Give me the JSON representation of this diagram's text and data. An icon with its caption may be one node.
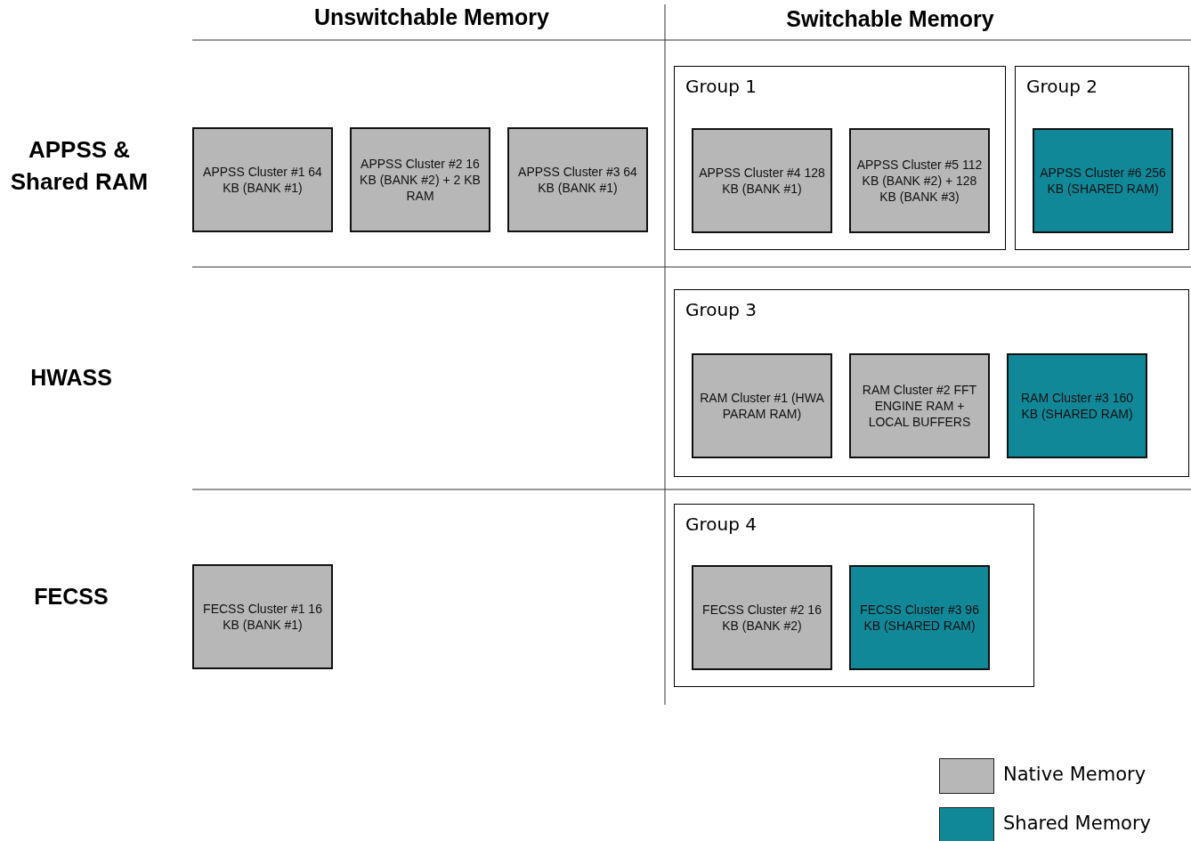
{
  "diagram": {
    "nodes": [
      {
        "text": [
          "APPSS Cluster #1 64 KB (BANK #1)"
        ]
      },
      {
        "text": [
          "APPSS Cluster #2 16 KB (BANK #2) + 2 KB RAM"
        ]
      },
      {
        "text": [
          "APPSS Cluster #3 64 KB (BANK #1)"
        ]
      },
      {
        "text": [
          "Group 1"
        ]
      },
      {
        "text": [
          "APPSS Cluster #4 128 KB (BANK #1)"
        ],
        "in": 3
      },
      {
        "text": [
          "APPSS Cluster #5 112 KB (BANK #2) + 128 KB (BANK #3)"
        ],
        "in": 3
      },
      {
        "text": [
          "Group 2"
        ]
      },
      {
        "text": [
          "APPSS Cluster #6 256 KB (SHARED RAM)"
        ],
        "in": 6
      },
      {
        "text": [
          "Group 3"
        ]
      },
      {
        "text": [
          "RAM Cluster #1 (HWA PARAM RAM)"
        ],
        "in": 8
      },
      {
        "text": [
          "RAM Cluster #2 FFT ENGINE RAM + LOCAL BUFFERS"
        ],
        "in": 8
      },
      {
        "text": [
          "RAM Cluster #3 160 KB (SHARED RAM)"
        ],
        "in": 8
      },
      {
        "text": [
          "FECSS Cluster #1 16 KB (BANK #1)"
        ]
      },
      {
        "text": [
          "Group 4"
        ]
      },
      {
        "text": [
          "FECSS Cluster #2 16 KB (BANK #2)"
        ],
        "in": 13
      },
      {
        "text": [
          "FECSS Cluster #3 96 KB (SHARED RAM)"
        ],
        "in": 13
      }
    ],
    "edges": [],
    "labels": [
      "Unswitchable Memory",
      "Switchable Memory",
      "APPSS & Shared RAM",
      "HWASS",
      "FECSS"
    ],
    "legend": [
      {
        "text": "Native Memory",
        "color": "#b7b7b7"
      },
      {
        "text": "Shared Memory",
        "color": "#108898"
      }
    ]
  }
}
